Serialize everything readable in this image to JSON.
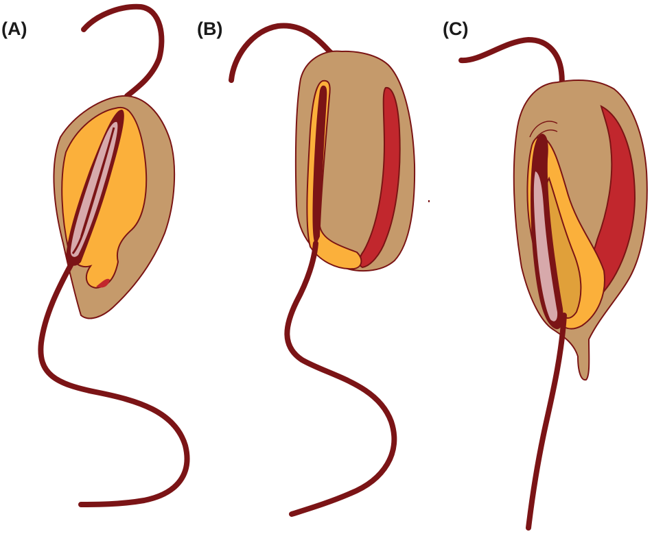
{
  "panels": [
    {
      "label": "(A)"
    },
    {
      "label": "(B)"
    },
    {
      "label": "(C)"
    }
  ],
  "colors": {
    "cell_body": "#c59a6b",
    "inner_yellow": "#fbb03b",
    "pocket_red": "#c1272d",
    "flagellum": "#7b1416",
    "rod_fill": "#d7a9ab",
    "fold_orange": "#e0a03a"
  }
}
